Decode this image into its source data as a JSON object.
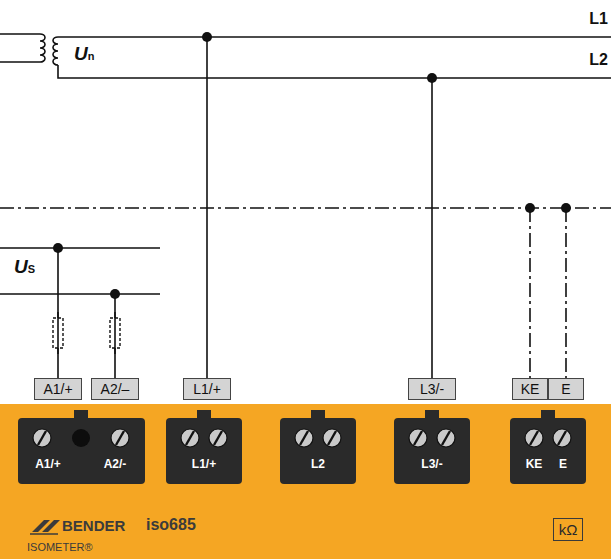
{
  "diagram": {
    "nodes": [
      {
        "text": [
          "A1/+"
        ]
      },
      {
        "text": [
          "A2/–"
        ]
      },
      {
        "text": [
          "L1/+"
        ]
      },
      {
        "text": [
          "L3/-"
        ]
      },
      {
        "text": [
          "KE"
        ]
      },
      {
        "text": [
          "E"
        ]
      },
      {
        "text": [
          "BENDER",
          "iso685",
          "ISOMETER®"
        ]
      },
      {
        "text": [
          "A1/+",
          "A2/-"
        ],
        "in": 6
      },
      {
        "text": [
          "L1/+"
        ],
        "in": 6
      },
      {
        "text": [
          "L2"
        ],
        "in": 6
      },
      {
        "text": [
          "L3/-"
        ],
        "in": 6
      },
      {
        "text": [
          "KE",
          "E"
        ],
        "in": 6
      },
      {
        "text": [
          "kΩ"
        ],
        "in": 6
      }
    ],
    "labels": [
      "L1",
      "L2",
      "Un",
      "US"
    ]
  }
}
